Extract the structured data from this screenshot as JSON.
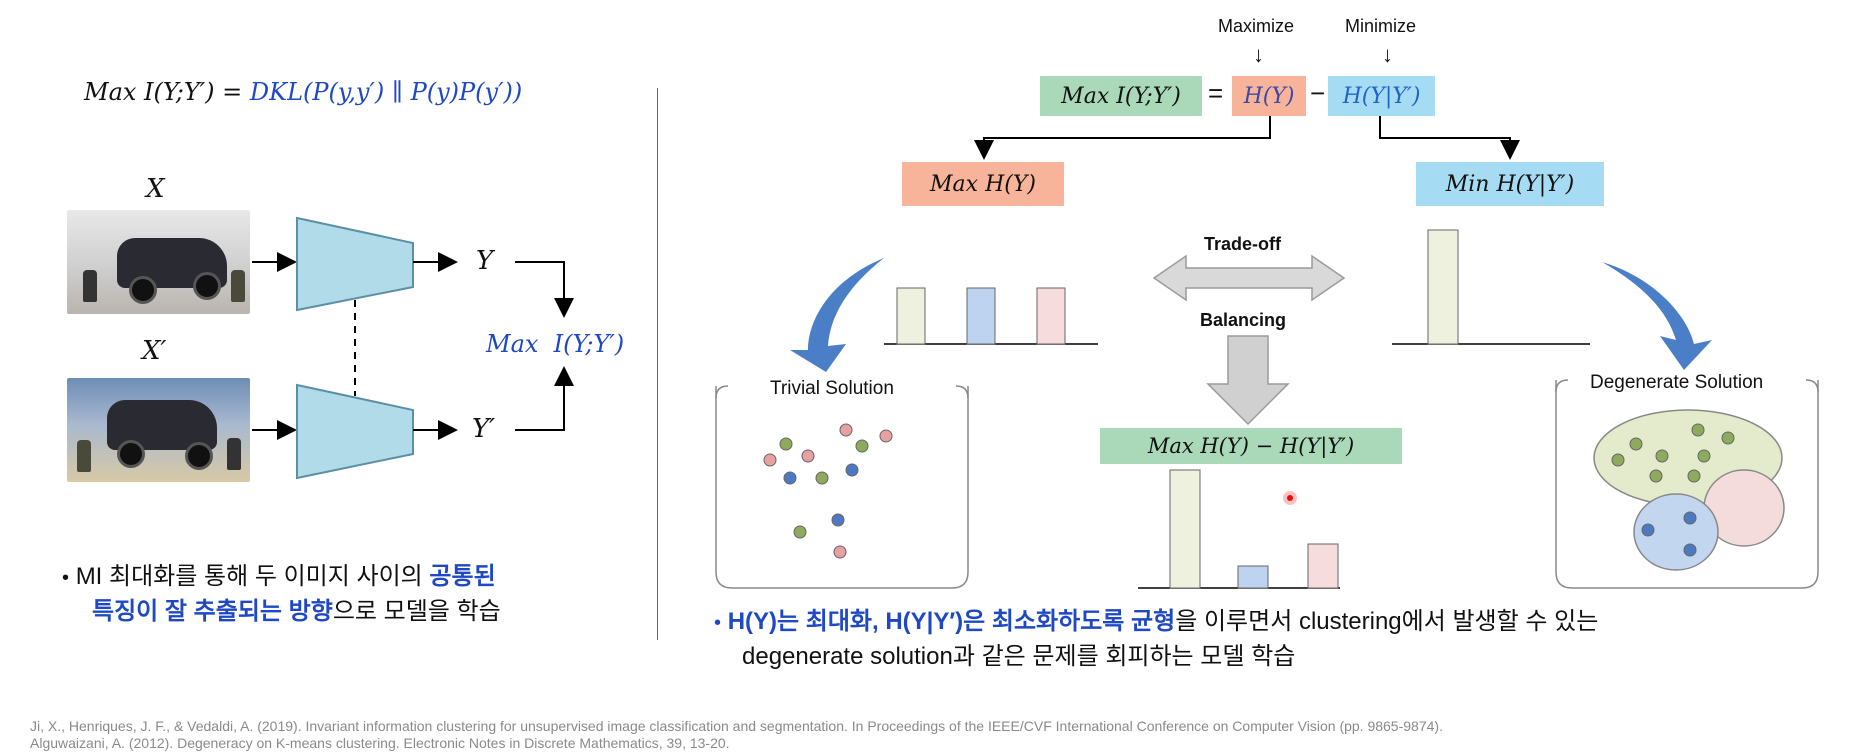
{
  "left": {
    "formula": {
      "main": "Max I(Y;Y′) = ",
      "dkl": "DKL(P(y,y′) ∥ P(y)P(y′))"
    },
    "x_label": "X",
    "x_prime_label": "X′",
    "y_label": "Y",
    "y_prime_label": "Y′",
    "objective": "Max  I(Y;Y′)",
    "bullet": {
      "mark": "•",
      "part1": "MI 최대화를 통해 두 이미지 사이의 ",
      "highlight_line1": "공통된",
      "highlight_line2": "특징이 잘 추출되는 방향",
      "part2": "으로 모델을 학습"
    }
  },
  "right": {
    "maximize": "Maximize",
    "minimize": "Minimize",
    "arrow_down": "↓",
    "eq_mi": "Max I(Y;Y′)",
    "eq_equals": "=",
    "eq_hy": "H(Y)",
    "eq_minus": "−",
    "eq_hyy": "H(Y|Y′)",
    "max_hy": "Max H(Y)",
    "min_hyy": "Min H(Y|Y′)",
    "tradeoff": "Trade-off",
    "balancing": "Balancing",
    "balanced": "Max H(Y) − H(Y|Y′)",
    "trivial": "Trivial Solution",
    "degenerate": "Degenerate Solution",
    "bullet": {
      "mark": "•",
      "h1": "H(Y)는 최대화, H(Y|Y′)은 최소화하도록 균형",
      "rest1": "을 이루면서 clustering에서 발생할 수 있는",
      "line2": "degenerate solution과 같은 문제를 회피하는 모델 학습"
    }
  },
  "references": [
    "Ji, X., Henriques, J. F., & Vedaldi, A. (2019). Invariant information clustering for unsupervised image classification and segmentation. In Proceedings of the IEEE/CVF International Conference on Computer Vision (pp. 9865-9874).",
    "Alguwaizani, A. (2012). Degeneracy on K-means clustering. Electronic Notes in Discrete Mathematics, 39, 13-20."
  ],
  "colors": {
    "blue": "#1f48c4",
    "green": "#a9d9b8",
    "salmon": "#f7b49b",
    "sky": "#a6dbf4",
    "arrow_blue": "#4a7fc8"
  }
}
